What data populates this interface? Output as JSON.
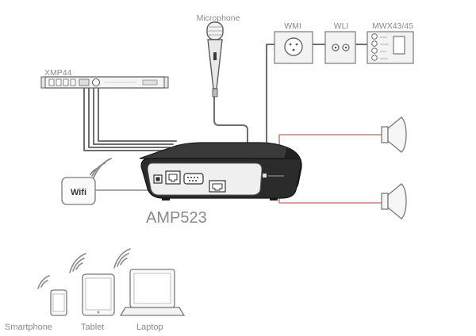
{
  "labels": {
    "microphone": "Microphone",
    "wmi": "WMI",
    "wli": "WLI",
    "mwx": "MWX43/45",
    "xmp": "XMP44",
    "amp": "AMP523",
    "wifi": "Wifi",
    "smartphone": "Smartphone",
    "tablet": "Tablet",
    "laptop": "Laptop"
  },
  "colors": {
    "cable_gray": "#6e6e6e",
    "cable_red": "#c8827c",
    "amp_body": "#2b2b2b",
    "label": "#8a8a8a"
  }
}
